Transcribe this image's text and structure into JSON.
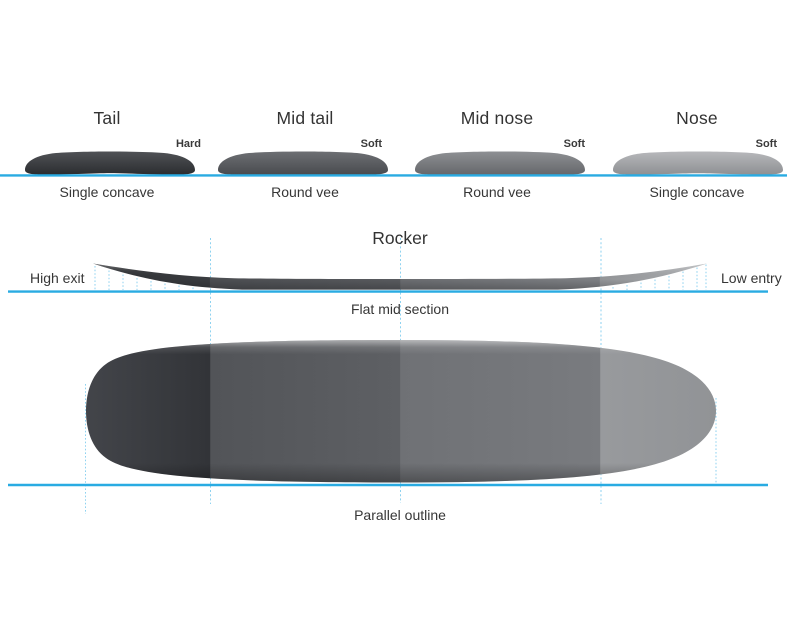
{
  "diagram": {
    "subject": "surfboard-design-diagram"
  },
  "colors": {
    "waterline_blue": "#29abe2",
    "guide_line_blue": "#8ed2f0",
    "text": "#363636",
    "tail_dark": "#2d2f32",
    "mid_tail_gray": "#54565a",
    "mid_nose_gray": "#6b6d71",
    "nose_light_gray": "#97999c"
  },
  "cross_sections": {
    "items": [
      {
        "title": "Tail",
        "edge_label": "Hard",
        "bottom_label": "Single concave"
      },
      {
        "title": "Mid tail",
        "edge_label": "Soft",
        "bottom_label": "Round vee"
      },
      {
        "title": "Mid nose",
        "edge_label": "Soft",
        "bottom_label": "Round vee"
      },
      {
        "title": "Nose",
        "edge_label": "Soft",
        "bottom_label": "Single concave"
      }
    ]
  },
  "rocker": {
    "title": "Rocker",
    "left_label": "High exit",
    "right_label": "Low entry",
    "bottom_label": "Flat mid section"
  },
  "outline": {
    "bottom_label": "Parallel outline"
  }
}
